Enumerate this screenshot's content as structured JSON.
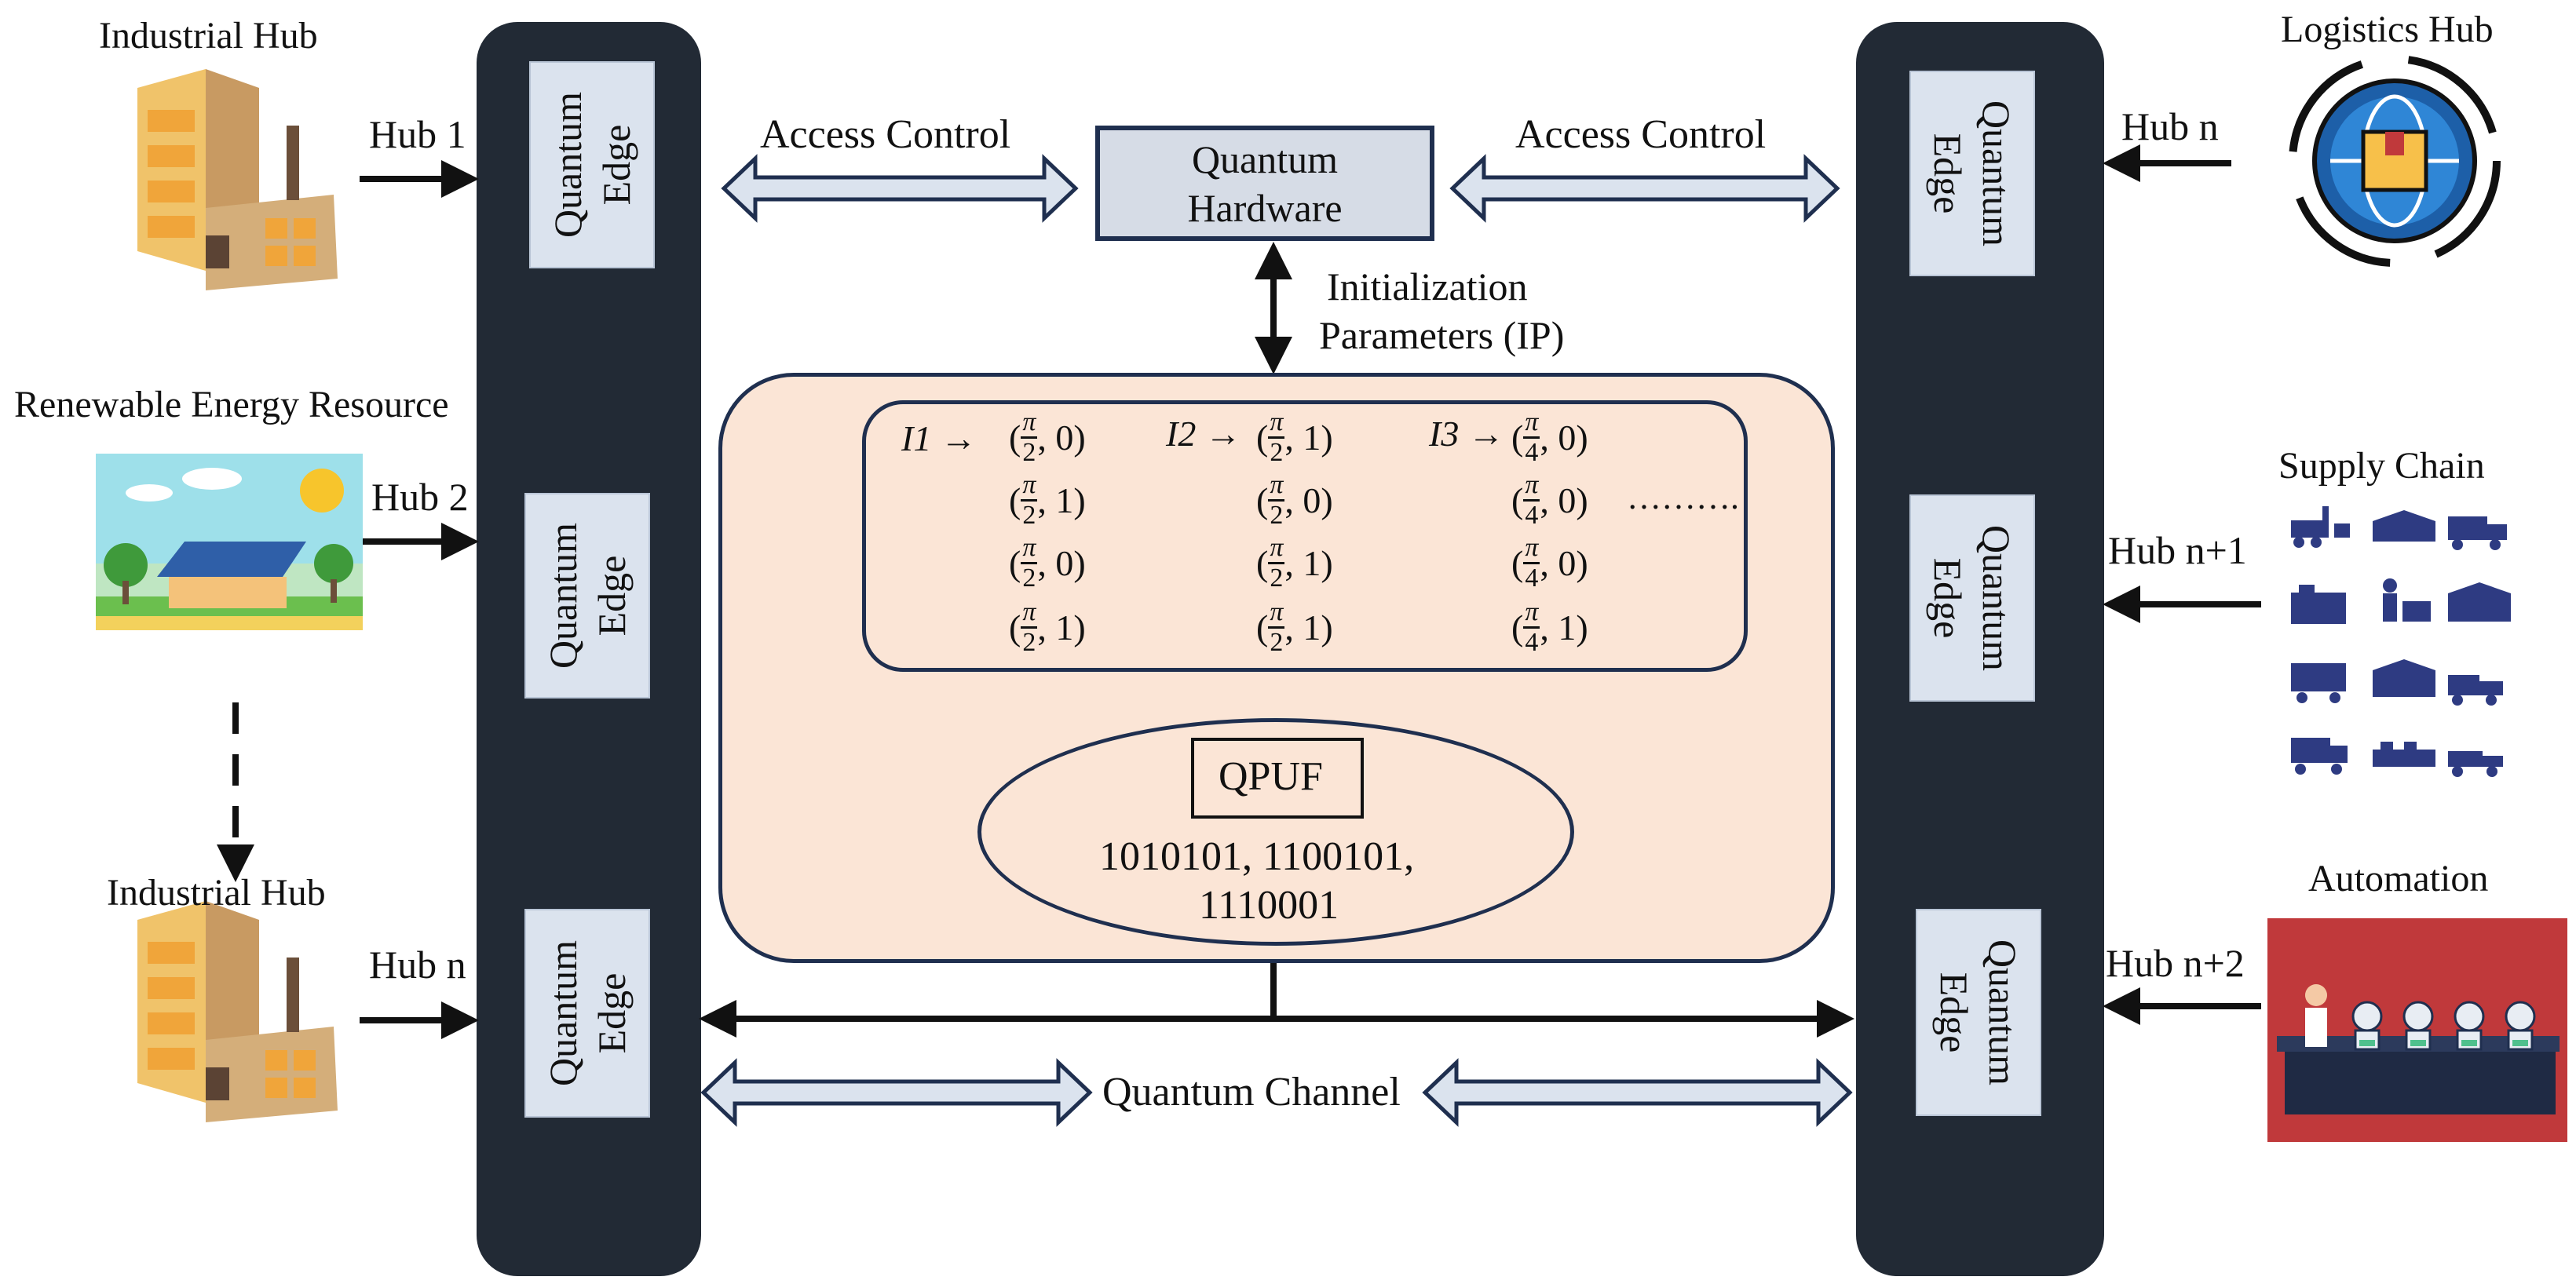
{
  "left_side": {
    "top_hub_title": "Industrial Hub",
    "top_hub_arrow_label": "Hub 1",
    "renewable_title": "Renewable Energy Resource",
    "renewable_arrow_label": "Hub 2",
    "bottom_hub_title": "Industrial Hub",
    "bottom_hub_arrow_label": "Hub n"
  },
  "right_side": {
    "logistics_title": "Logistics Hub",
    "logistics_arrow_label": "Hub n",
    "supply_title": "Supply Chain",
    "supply_arrow_label": "Hub n+1",
    "automation_title": "Automation",
    "automation_arrow_label": "Hub n+2"
  },
  "edges": {
    "line1": "Quantum",
    "line2": "Edge"
  },
  "center": {
    "access_control_left": "Access Control",
    "access_control_right": "Access Control",
    "hardware_line1": "Quantum",
    "hardware_line2": "Hardware",
    "init_line1": "Initialization",
    "init_line2": "Parameters (IP)",
    "i1": "I1 →",
    "i2": "I2 →",
    "i3": "I3 →",
    "ellipsis": "……….",
    "qpuf_label": "QPUF",
    "qpuf_line1": "1010101, 1100101,",
    "qpuf_line2": "1110001",
    "quantum_channel": "Quantum Channel"
  },
  "params": {
    "col1": [
      {
        "num": "π",
        "den": "2",
        "bit": ", 0)"
      },
      {
        "num": "π",
        "den": "2",
        "bit": ", 1)"
      },
      {
        "num": "π",
        "den": "2",
        "bit": ", 0)"
      },
      {
        "num": "π",
        "den": "2",
        "bit": ", 1)"
      }
    ],
    "col2": [
      {
        "num": "π",
        "den": "2",
        "bit": ", 1)"
      },
      {
        "num": "π",
        "den": "2",
        "bit": ", 0)"
      },
      {
        "num": "π",
        "den": "2",
        "bit": ", 1)"
      },
      {
        "num": "π",
        "den": "2",
        "bit": ", 1)"
      }
    ],
    "col3": [
      {
        "num": "π",
        "den": "4",
        "bit": ", 0)"
      },
      {
        "num": "π",
        "den": "4",
        "bit": ", 0)"
      },
      {
        "num": "π",
        "den": "4",
        "bit": ", 0)"
      },
      {
        "num": "π",
        "den": "4",
        "bit": ", 1)"
      }
    ]
  },
  "colors": {
    "column": "#222a35",
    "edge_box": "#dbe3ee",
    "peach": "#fbe5d6",
    "navy": "#1f2f4f",
    "hardware": "#d6dce6",
    "automation_bg": "#c0393b"
  }
}
